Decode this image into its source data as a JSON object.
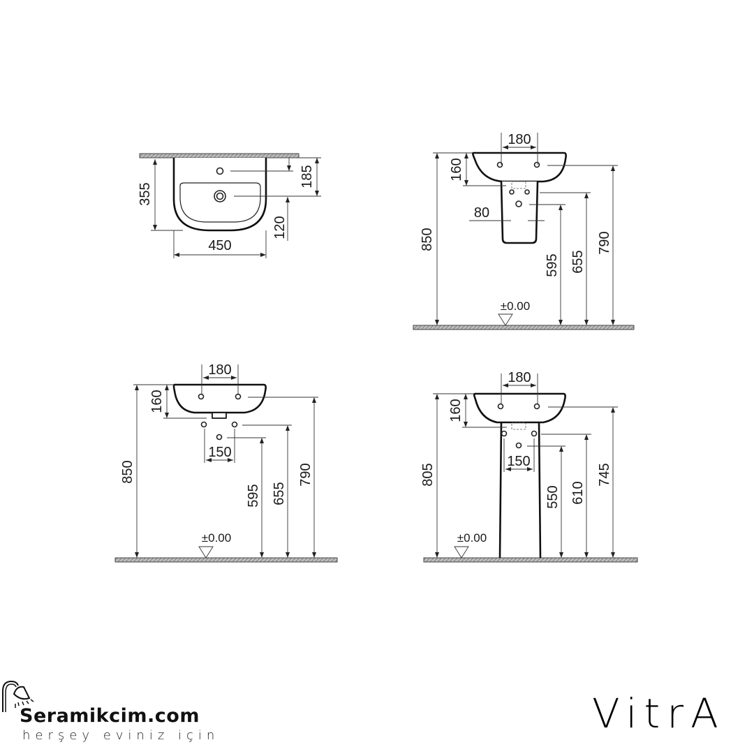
{
  "drawings": {
    "top_view": {
      "width": "450",
      "depth": "355",
      "tap_hole_offset": "185",
      "waste_offset": "120"
    },
    "side_view_semi_pedestal": {
      "tap_spacing": "180",
      "basin_height": "160",
      "pedestal_gap": "80",
      "rim_height": "850",
      "waste_height": "595",
      "supply_height": "655",
      "tap_height": "790",
      "floor_level": "±0.00"
    },
    "side_view_wall_hung": {
      "tap_spacing": "180",
      "basin_height": "160",
      "supply_spacing": "150",
      "rim_height": "850",
      "waste_height": "595",
      "supply_height": "655",
      "tap_height": "790",
      "floor_level": "±0.00"
    },
    "side_view_full_pedestal": {
      "tap_spacing": "180",
      "basin_height": "160",
      "supply_spacing": "150",
      "rim_height": "805",
      "waste_height": "550",
      "supply_height": "610",
      "tap_height": "745",
      "floor_level": "±0.00"
    }
  },
  "footer": {
    "store_logo": {
      "icon": "shower-head-icon",
      "name": "Seramikcim.com",
      "tagline": "herşey eviniz için"
    },
    "brand_logo": "VitrA"
  }
}
